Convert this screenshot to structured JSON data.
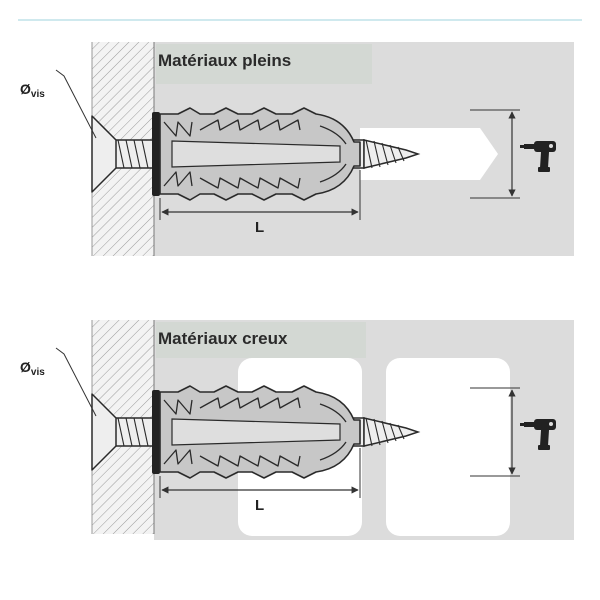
{
  "panels": [
    {
      "title": "Matériaux pleins",
      "diameter_symbol": "Ø",
      "diameter_sub": "vis",
      "length_label": "L"
    },
    {
      "title": "Matériaux creux",
      "diameter_symbol": "Ø",
      "diameter_sub": "vis",
      "length_label": "L"
    }
  ],
  "icons": {
    "drill": "drill-icon"
  },
  "colors": {
    "divider": "#9fd3dd",
    "panel_bg": "#dcdcdc",
    "title_bg": "#d3d8d3",
    "cavity": "#ffffff",
    "outline": "#2a2a2a",
    "screw_fill": "#eeeeee",
    "plug_fill": "#c7c7c7"
  }
}
